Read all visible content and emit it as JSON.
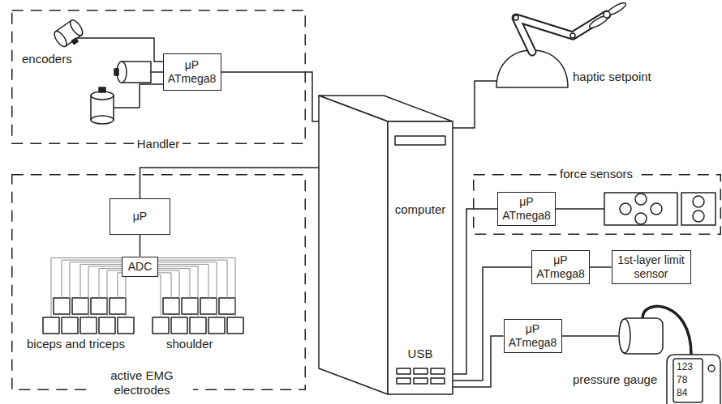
{
  "diagram": {
    "nodes": [
      {
        "text": [
          "Handler"
        ]
      },
      {
        "text": [
          "μP ATmega8"
        ],
        "in": 0
      },
      {
        "text": [
          "computer",
          "USB"
        ]
      },
      {
        "text": [
          "haptic setpoint"
        ]
      },
      {
        "text": [
          "force sensors"
        ]
      },
      {
        "text": [
          "μP ATmega8"
        ],
        "in": 4
      },
      {
        "text": [
          "μP ATmega8"
        ]
      },
      {
        "text": [
          "1st-layer limit sensor"
        ]
      },
      {
        "text": [
          "μP ATmega8"
        ]
      },
      {
        "text": [
          "pressure gauge"
        ]
      },
      {
        "text": [
          "active EMG electrodes"
        ]
      },
      {
        "text": [
          "μP"
        ],
        "in": 10
      },
      {
        "text": [
          "ADC"
        ],
        "in": 10
      }
    ],
    "edges": [
      {
        "from": 1,
        "to": 2,
        "arrow": "none"
      },
      {
        "from": 11,
        "to": 2,
        "arrow": "none"
      },
      {
        "from": 11,
        "to": 12,
        "arrow": "none"
      },
      {
        "from": 2,
        "to": 3,
        "arrow": "none"
      },
      {
        "from": 2,
        "to": 5,
        "arrow": "none"
      },
      {
        "from": 2,
        "to": 6,
        "arrow": "none"
      },
      {
        "from": 6,
        "to": 7,
        "arrow": "none"
      },
      {
        "from": 2,
        "to": 8,
        "arrow": "none"
      },
      {
        "from": 8,
        "to": 9,
        "arrow": "none"
      }
    ],
    "labels": [
      "encoders",
      "biceps and triceps",
      "shoulder",
      "123",
      "78",
      "84"
    ]
  }
}
